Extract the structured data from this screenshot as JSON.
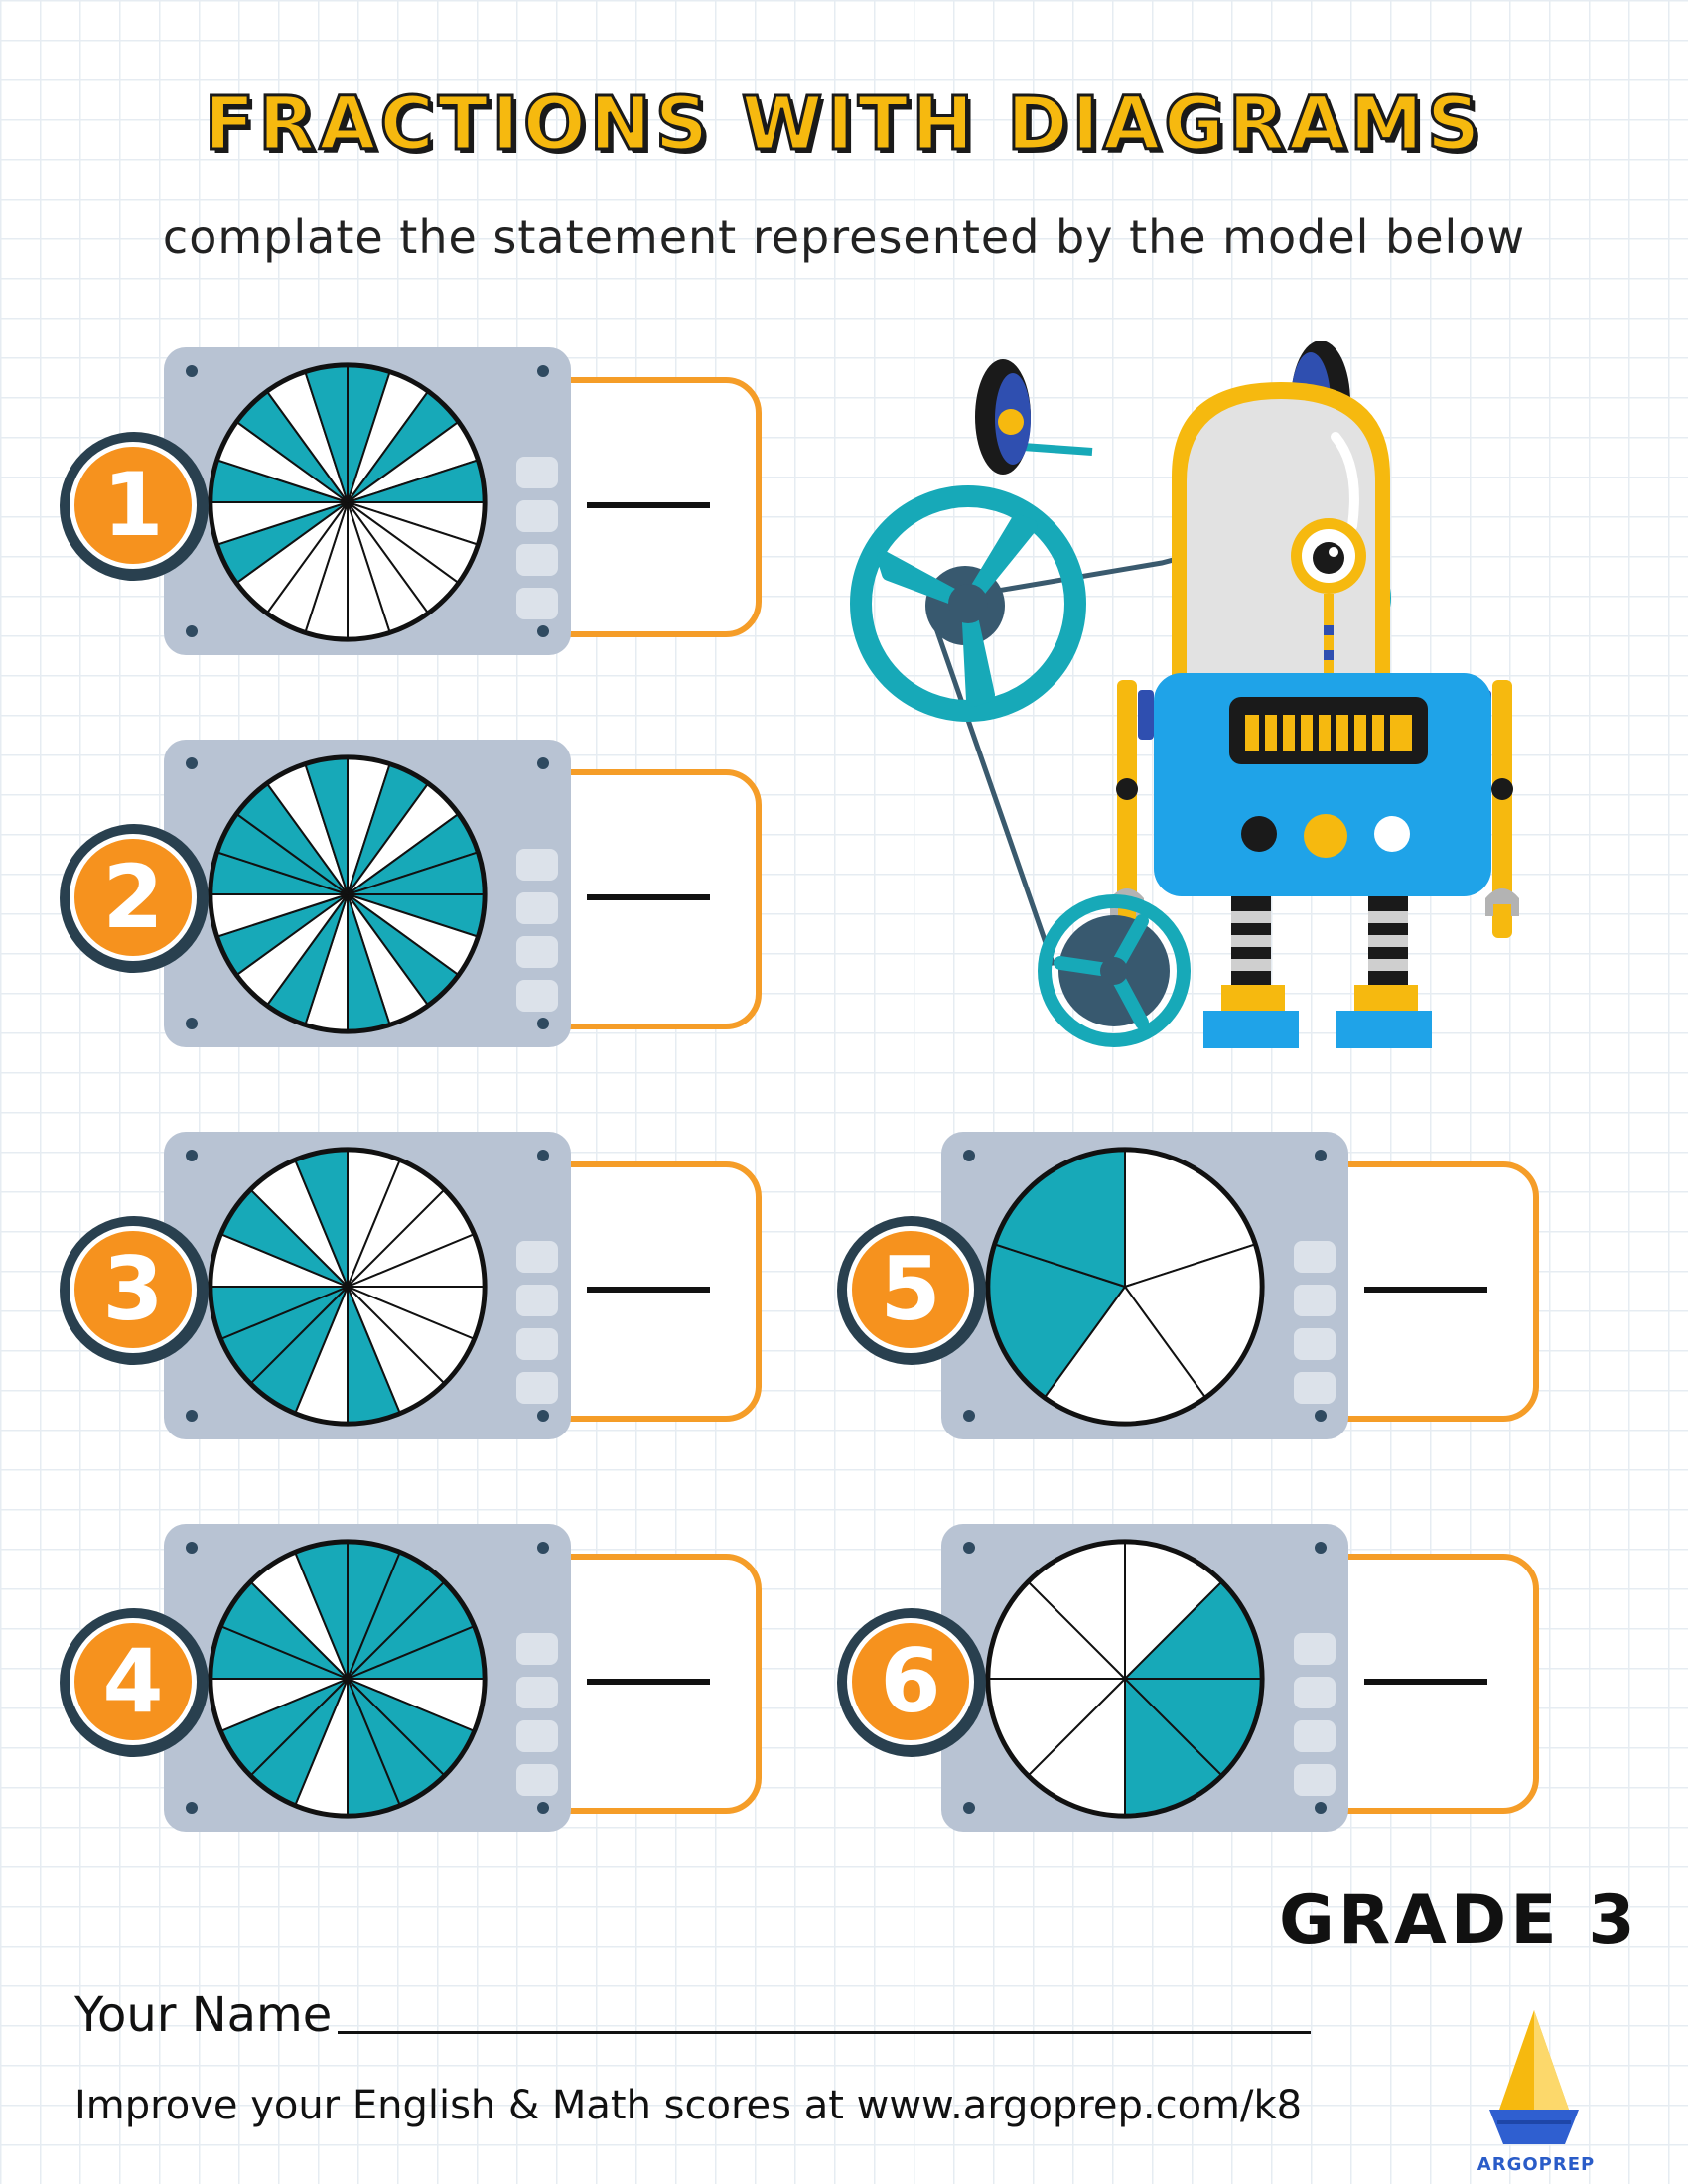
{
  "title": "FRACTIONS WITH DIAGRAMS",
  "subtitle": "complate the statement represented by the model below",
  "problems": [
    {
      "number": "1",
      "parts": 20,
      "shaded": [
        0,
        2,
        4,
        13,
        15,
        17,
        19
      ],
      "equals": "="
    },
    {
      "number": "2",
      "parts": 20,
      "shaded": [
        1,
        3,
        4,
        5,
        7,
        9,
        11,
        13,
        15,
        16,
        17,
        19
      ],
      "equals": "="
    },
    {
      "number": "3",
      "parts": 16,
      "shaded": [
        7,
        9,
        10,
        11,
        13,
        15
      ],
      "equals": "="
    },
    {
      "number": "4",
      "parts": 16,
      "shaded": [
        0,
        1,
        2,
        3,
        5,
        6,
        7,
        9,
        10,
        12,
        13,
        15
      ],
      "equals": "="
    },
    {
      "number": "5",
      "parts": 5,
      "shaded": [
        3,
        4
      ],
      "equals": "="
    },
    {
      "number": "6",
      "parts": 8,
      "shaded": [
        1,
        2,
        3
      ],
      "equals": "="
    }
  ],
  "grade": "GRADE 3",
  "name_label": "Your Name",
  "footer": "Improve your English & Math scores at www.argoprep.com/k8",
  "logo_text": "ARGOPREP",
  "colors": {
    "teal": "#17a9b8",
    "orange": "#f6921e",
    "panel": "#b8c3d3",
    "title_yellow": "#f6b90f",
    "robot_blue": "#1fa3e8"
  }
}
